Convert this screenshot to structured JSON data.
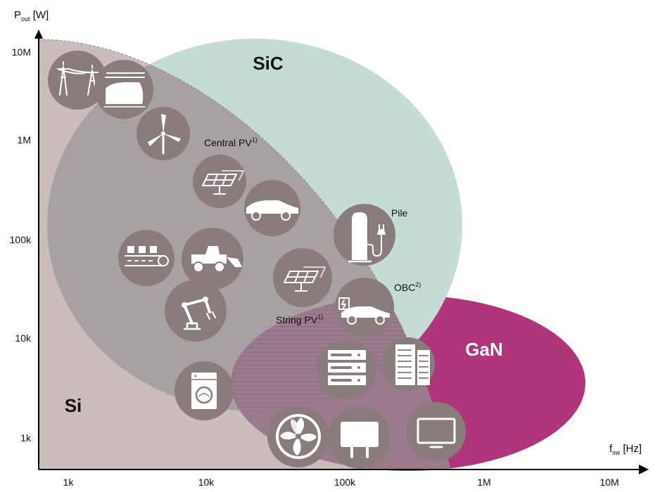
{
  "axes": {
    "y_title": {
      "main": "P",
      "sub": "out",
      "unit": " [W]"
    },
    "x_title": {
      "main": "f",
      "sub": "sw",
      "unit": " [Hz]"
    },
    "y_ticks": [
      "10M",
      "1M",
      "100k",
      "10k",
      "1k"
    ],
    "x_ticks": [
      "1k",
      "10k",
      "100k",
      "1M",
      "10M"
    ]
  },
  "regions": {
    "si": {
      "label": "Si",
      "color": "#c9bcbb",
      "text_color": "#111111"
    },
    "sic": {
      "label": "SiC",
      "color": "#c4dbd6",
      "text_color": "#111111"
    },
    "gan": {
      "label": "GaN",
      "color": "#b0357a",
      "text_color": "#ffffff"
    },
    "si_sic_overlap": {
      "color": "#a7a2a1"
    },
    "si_gan_overlap": {
      "color": "#9c7a8e"
    }
  },
  "applications": {
    "central_pv": {
      "label": "Central PV",
      "note": "1)"
    },
    "pile": {
      "label": "Pile"
    },
    "obc": {
      "label": "OBC",
      "note": "2)"
    },
    "string_pv": {
      "label": "String PV",
      "note": "1)"
    }
  },
  "icons": [
    "power-tower-icon",
    "high-speed-train-icon",
    "wind-turbine-icon",
    "solar-panel-icon",
    "electric-car-icon",
    "charging-pile-icon",
    "conveyor-belt-icon",
    "wheel-loader-icon",
    "robot-arm-icon",
    "solar-panel-small-icon",
    "onboard-charger-car-icon",
    "server-rack-icon",
    "data-center-icon",
    "washing-machine-icon",
    "fan-icon",
    "power-adapter-icon",
    "monitor-icon"
  ],
  "colors": {
    "icon_circle": "#8a7c7d",
    "icon_line": "#ffffff",
    "axis": "#000000"
  }
}
